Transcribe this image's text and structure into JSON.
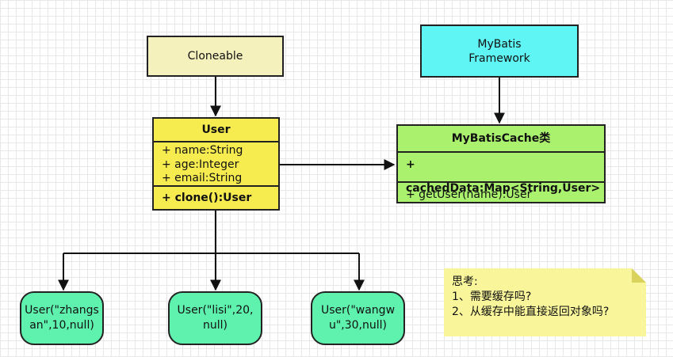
{
  "cloneable": {
    "label": "Cloneable"
  },
  "mybatis": {
    "line1": "MyBatis",
    "line2": "Framework"
  },
  "user_class": {
    "title": "User",
    "attributes": [
      "+ name:String",
      "+ age:Integer",
      "+ email:String"
    ],
    "operation": "+ clone():User"
  },
  "cache_class": {
    "title": "MyBatisCache类",
    "attribute": "+ cachedData:Map<String,User>",
    "operation": "+ getUser(name):User"
  },
  "instances": [
    {
      "line1": "User(\"zhangs",
      "line2": "an\",10,null)"
    },
    {
      "line1": "User(\"lisi\",20,",
      "line2": "null)"
    },
    {
      "line1": "User(\"wangw",
      "line2": "u\",30,null)"
    }
  ],
  "note": {
    "lines": [
      "思考:",
      "1、需要缓存吗?",
      "2、从缓存中能直接返回对象吗?"
    ]
  },
  "colors": {
    "cloneable": "#f4f1bc",
    "mybatis": "#5ff5f5",
    "user": "#f6ec50",
    "cache": "#aaf16e",
    "instance": "#5ef2ae",
    "note": "#f8f59a"
  }
}
